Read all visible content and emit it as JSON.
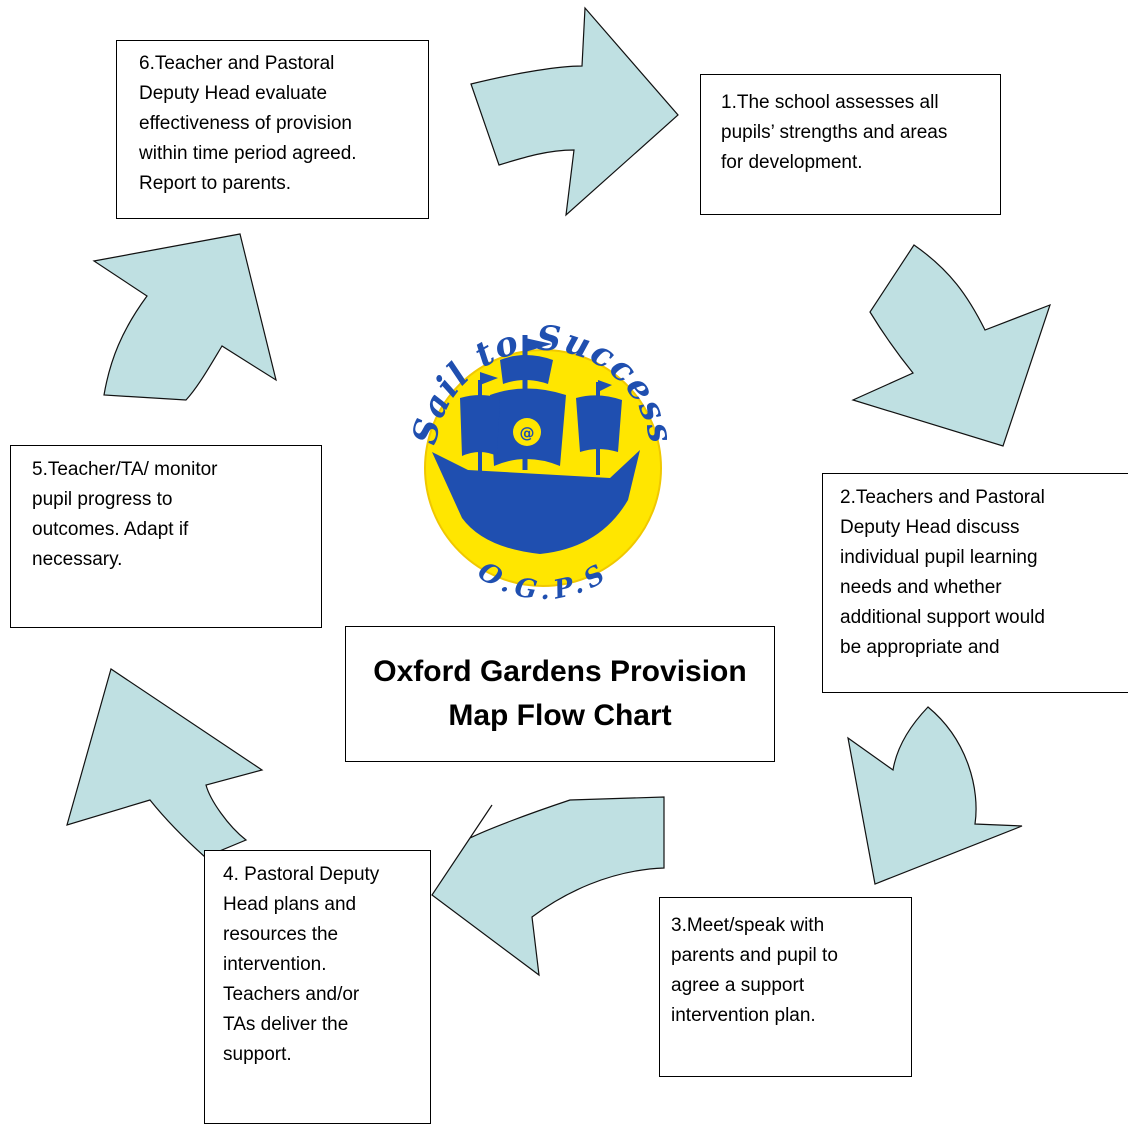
{
  "title": {
    "line1": "Oxford Gardens Provision",
    "line2": "Map Flow Chart"
  },
  "logo": {
    "arc_text": "Sail to Success",
    "initials": "O.G.P.S",
    "sail_mark": "@",
    "ship_color": "#1f4fb0",
    "disc_color": "#ffe600"
  },
  "steps": [
    {
      "id": "step-1",
      "text": "1.The school assesses all\npupils’ strengths and areas\nfor development."
    },
    {
      "id": "step-2",
      "text": "2.Teachers and Pastoral\nDeputy Head  discuss\nindividual pupil learning\nneeds and whether\nadditional support would\nbe appropriate and"
    },
    {
      "id": "step-3",
      "text": "3.Meet/speak with\nparents and pupil to\nagree a support\nintervention plan."
    },
    {
      "id": "step-4",
      "text": "4. Pastoral Deputy\nHead plans and\nresources the\nintervention.\nTeachers and/or\nTAs deliver the\nsupport."
    },
    {
      "id": "step-5",
      "text": "5.Teacher/TA/ monitor\npupil progress to\noutcomes. Adapt if\nnecessary."
    },
    {
      "id": "step-6",
      "text": "6.Teacher and Pastoral\nDeputy Head evaluate\neffectiveness of provision\nwithin time period agreed.\nReport to parents."
    }
  ],
  "colors": {
    "arrow_fill": "#bfe0e2",
    "outline": "#000000"
  }
}
